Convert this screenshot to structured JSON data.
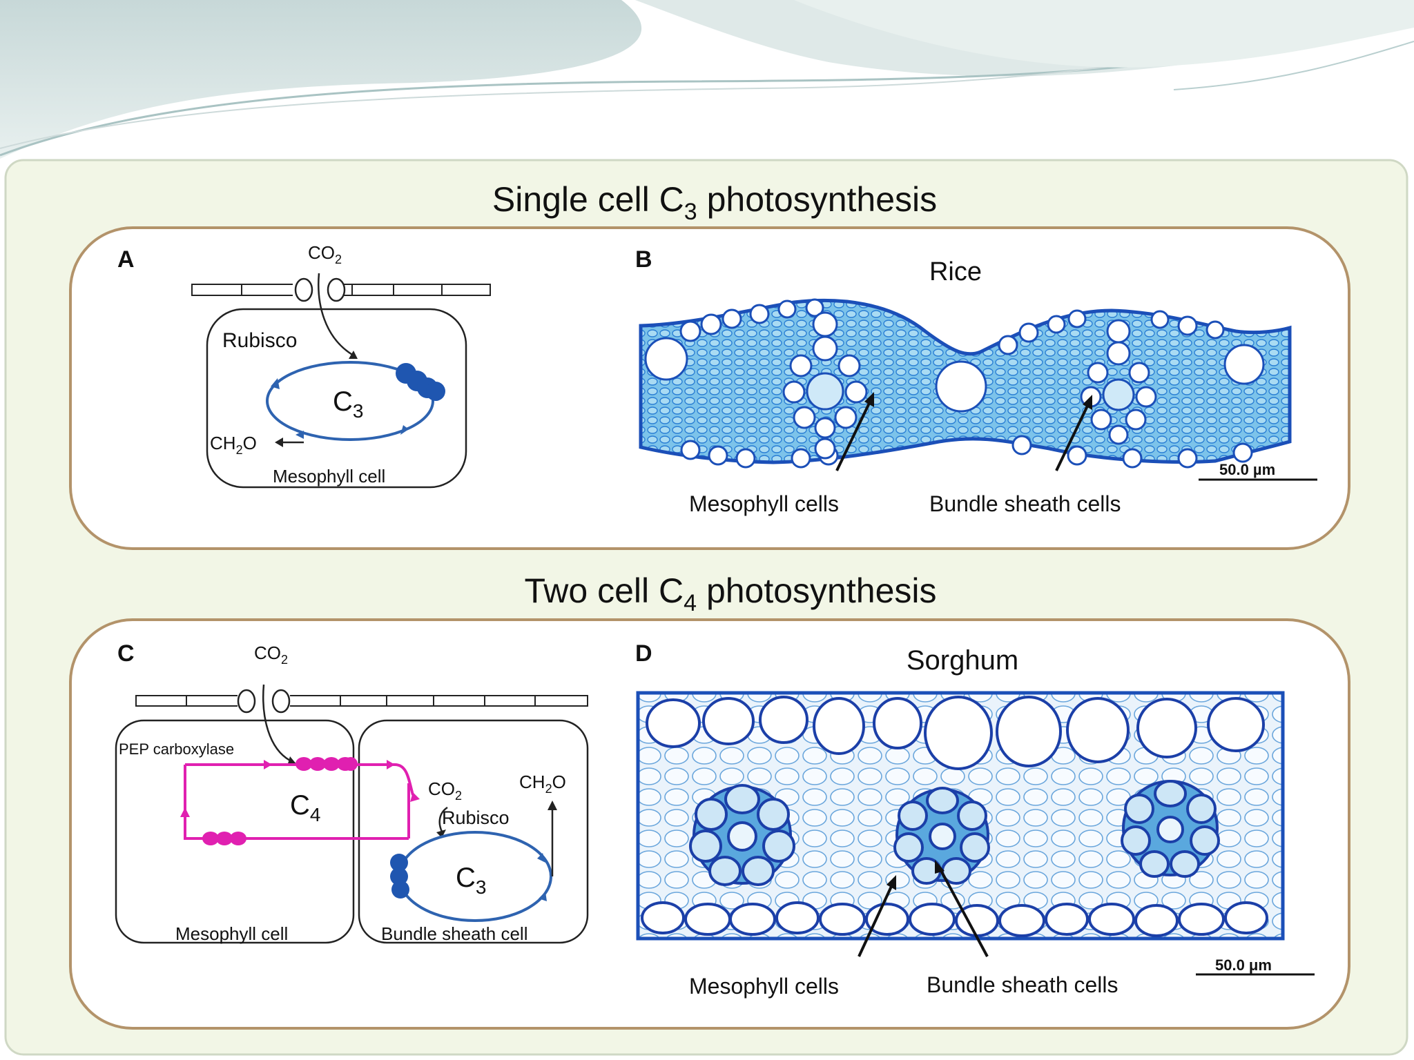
{
  "colors": {
    "c4_pathway": "#e020b0",
    "c3_pathway": "#2e63b0",
    "enzyme_blobs": "#1f56b0",
    "panel_background": "#f2f6e6",
    "panel_border": "#b3936a",
    "tissue_stain": "#2a7fd4"
  },
  "top": {
    "title_pre": "Single cell C",
    "title_sub": "3",
    "title_post": " photosynthesis",
    "panel_a": {
      "letter": "A",
      "co2": "CO",
      "co2_sub": "2",
      "rubisco": "Rubisco",
      "cycle": "C",
      "cycle_sub": "3",
      "ch2o_pre": "CH",
      "ch2o_sub": "2",
      "ch2o_post": "O",
      "cell_label": "Mesophyll cell"
    },
    "panel_b": {
      "letter": "B",
      "species": "Rice",
      "scale": "50.0 µm",
      "label_mesophyll": "Mesophyll cells",
      "label_bundle": "Bundle sheath cells"
    }
  },
  "bottom": {
    "title_pre": "Two cell C",
    "title_sub": "4",
    "title_post": " photosynthesis",
    "panel_c": {
      "letter": "C",
      "co2": "CO",
      "co2_sub": "2",
      "pep": "PEP carboxylase",
      "cycle_c4": "C",
      "cycle_c4_sub": "4",
      "co2_release": "CO",
      "co2_release_sub": "2",
      "ch2o_pre": "CH",
      "ch2o_sub": "2",
      "ch2o_post": "O",
      "rubisco": "Rubisco",
      "cycle_c3": "C",
      "cycle_c3_sub": "3",
      "mesophyll_label": "Mesophyll cell",
      "bundle_label": "Bundle sheath cell"
    },
    "panel_d": {
      "letter": "D",
      "species": "Sorghum",
      "scale": "50.0 μm",
      "label_mesophyll": "Mesophyll cells",
      "label_bundle": "Bundle sheath cells"
    }
  }
}
